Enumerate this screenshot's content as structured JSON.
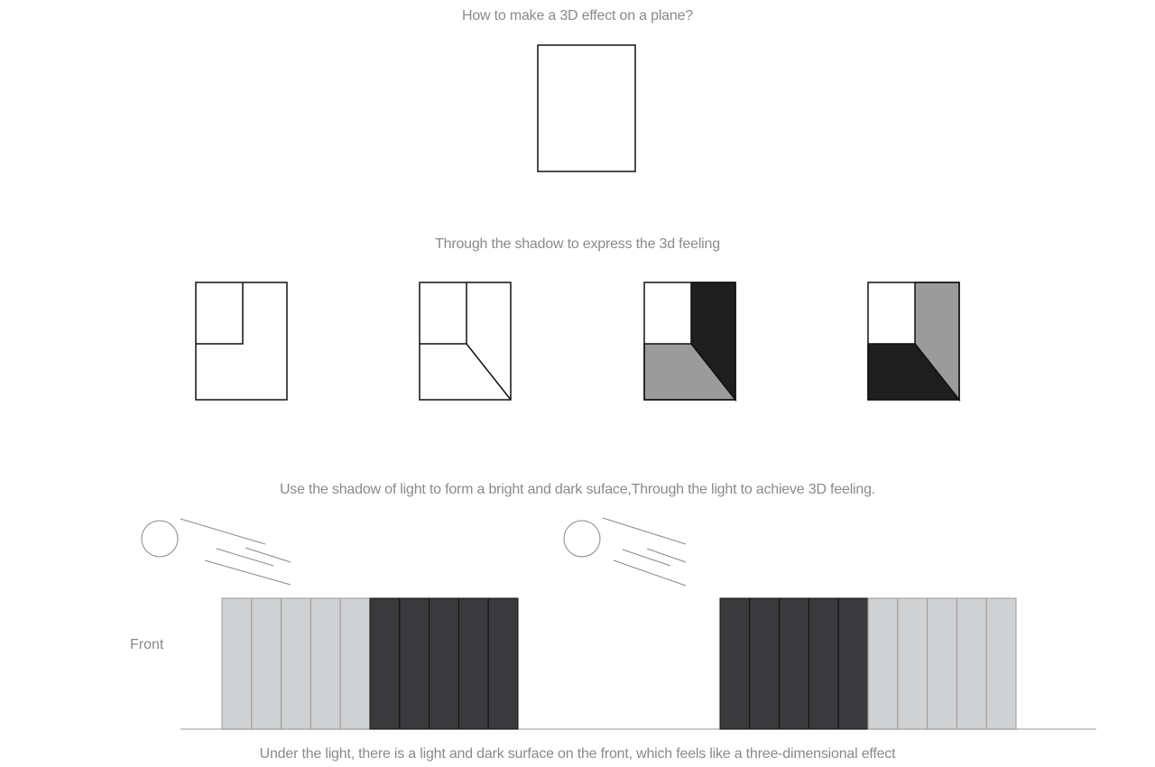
{
  "captions": {
    "title": "How to make a 3D effect on a plane?",
    "shadow": "Through the shadow to express the 3d feeling",
    "light": "Use the shadow of light to form a bright and dark suface,Through the light to achieve 3D feeling.",
    "bottom": "Under the light, there is a light and dark surface on the front, which feels like a three-dimensional effect"
  },
  "front_label": "Front",
  "colors": {
    "light_bar": "#d0d1d3",
    "dark_bar": "#3a3a3c",
    "gray_face": "#9b9b9b",
    "dark_face": "#1e1e1e",
    "text": "#8a8a8a"
  },
  "bar_groups": [
    {
      "name": "left-group",
      "pattern": [
        "light",
        "light",
        "light",
        "light",
        "light",
        "dark",
        "dark",
        "dark",
        "dark",
        "dark"
      ]
    },
    {
      "name": "right-group",
      "pattern": [
        "dark",
        "dark",
        "dark",
        "dark",
        "dark",
        "light",
        "light",
        "light",
        "light",
        "light"
      ]
    }
  ]
}
